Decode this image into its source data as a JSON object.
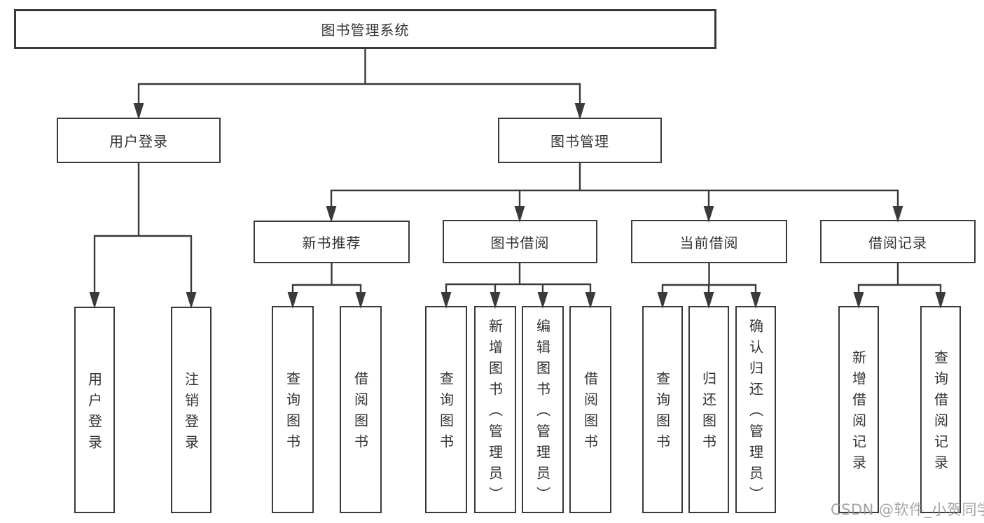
{
  "diagram": {
    "title": "图书管理系统",
    "watermark": "CSDN @软件_小贺同学",
    "line_color": "#3a3a3a",
    "box_fill": "#ffffff",
    "text_color": "#333333",
    "level2": {
      "login": "用户登录",
      "mgmt": "图书管理"
    },
    "login_children": [
      "用户登录",
      "注销登录"
    ],
    "groups": [
      {
        "label": "新书推荐",
        "children": [
          "查询图书",
          "借阅图书"
        ]
      },
      {
        "label": "图书借阅",
        "children": [
          "查询图书",
          "新增图书（管理员）",
          "编辑图书（管理员）",
          "借阅图书"
        ]
      },
      {
        "label": "当前借阅",
        "children": [
          "查询图书",
          "归还图书",
          "确认归还（管理员）"
        ]
      },
      {
        "label": "借阅记录",
        "children": [
          "新增借阅记录",
          "查询借阅记录"
        ]
      }
    ]
  }
}
